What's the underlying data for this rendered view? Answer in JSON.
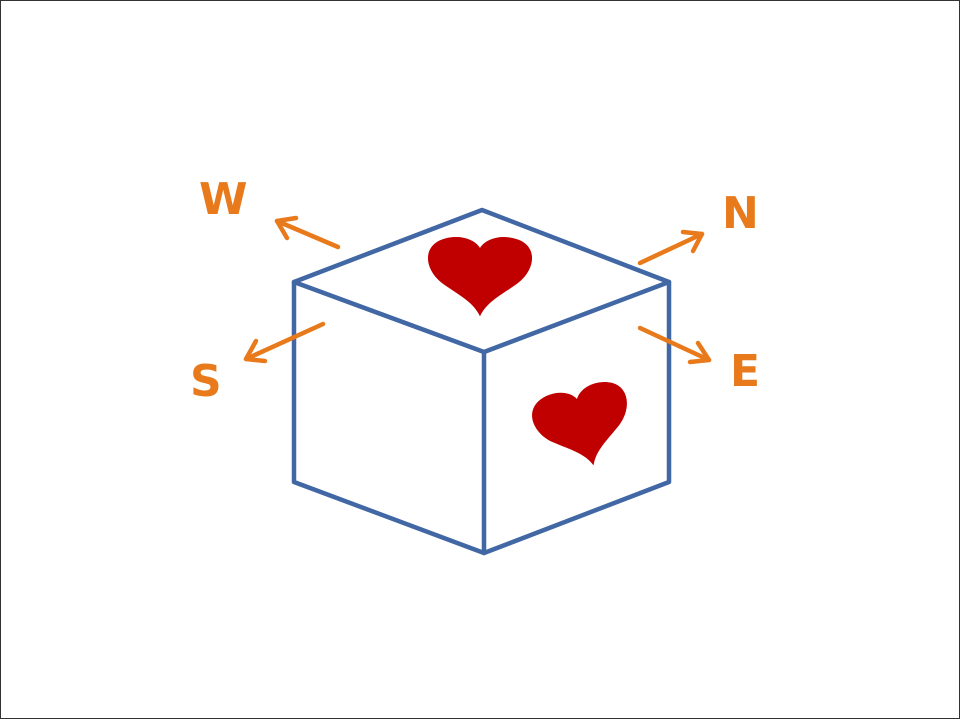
{
  "colors": {
    "cube_stroke": "#4167a4",
    "arrow": "#e87a1c",
    "heart": "#c00000"
  },
  "faces": {
    "top": {
      "icon": "heart-icon"
    },
    "right": {
      "icon": "heart-icon"
    }
  },
  "directions": {
    "w": "W",
    "n": "N",
    "s": "S",
    "e": "E"
  }
}
